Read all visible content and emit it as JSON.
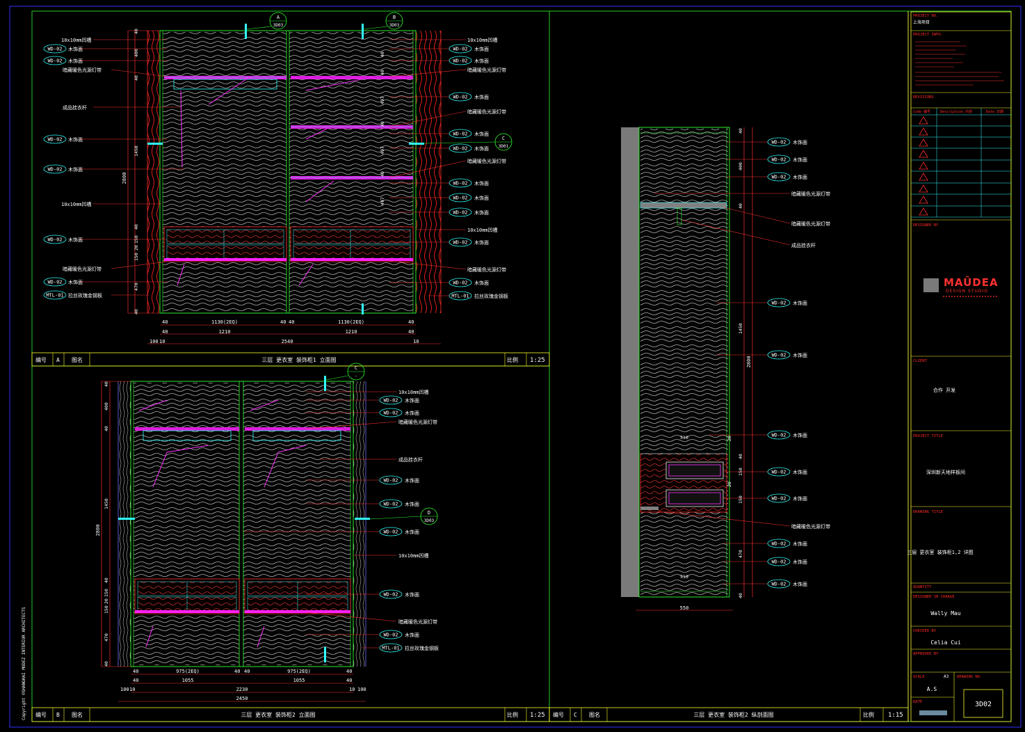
{
  "sheet": {
    "drawing_no": "3D02",
    "copyright": "Copyright ©SHANGHAI MODEZ INTERIOR ARCHITECTS"
  },
  "title_block": {
    "project_no_label": "PROJECT NO.",
    "project_no_value": "上海项目",
    "project_info_label": "PROJECT INFO.",
    "revisions_label": "REVISIONS",
    "rev_headers": [
      "Code 编号",
      "Description 内容",
      "Date 日期"
    ],
    "designed_by_label": "DESIGNED BY",
    "logo_main": "MAÛDEA",
    "logo_sub": "DESIGN STUDIO",
    "client_label": "CLIENT",
    "client_value": "合作 开发",
    "project_title_label": "PROJECT TITLE",
    "project_title_value": "深圳新天地样板间",
    "drawing_title_label": "DRAWING TITLE",
    "drawing_title_value": "三层 更衣室 装饰柜1,2 详图",
    "quantity_label": "QUANTITY",
    "designer_label": "DESIGNER IN CHARGE",
    "designer_value": "Wally Mau",
    "checked_label": "CHECKED BY",
    "checked_value": "Celia Cui",
    "approved_label": "APPROVED BY",
    "scale_label": "SCALE",
    "scale_value": "A3",
    "scale_note": "A.S",
    "drawing_no_label": "DRAWING NO.",
    "date_label": "DATE"
  },
  "panels": {
    "A": {
      "no_label": "编号",
      "code": "A",
      "name_label": "图名",
      "title": "三层 更衣室 装饰柜1 立面图",
      "scale_label": "比例",
      "scale": "1:25"
    },
    "B": {
      "no_label": "编号",
      "code": "B",
      "name_label": "图名",
      "title": "三层 更衣室 装饰柜2 立面图",
      "scale_label": "比例",
      "scale": "1:25"
    },
    "C": {
      "no_label": "编号",
      "code": "C",
      "name_label": "图名",
      "title": "三层 更衣室 装饰柜2 纵剖面图",
      "scale_label": "比例",
      "scale": "1:15"
    }
  },
  "tags": {
    "wood": "WD-02",
    "metal": "MTL-01",
    "wood_desc": "木饰面",
    "metal_desc": "拉丝玫瑰金钢板",
    "groove": "10x10mm凹槽",
    "led": "暗藏暖色光源灯带",
    "rod": "成品挂衣杆"
  },
  "callouts": {
    "a_top_left": "A",
    "a_top_left_ref": "3D03",
    "a_top_right": "B",
    "a_top_right_ref": "3D03",
    "a_side": "C",
    "a_side_ref": "3D01",
    "b_top": "C",
    "b_top_ref": "-",
    "b_side": "D",
    "b_side_ref": "3D03"
  },
  "dims": {
    "a_vertical": [
      "40",
      "400",
      "40",
      "1450",
      "40",
      "150",
      "20",
      "150",
      "470",
      "40"
    ],
    "a_total": "2800",
    "a_widths_1": [
      "40",
      "1130(2EQ)",
      "40",
      "40",
      "1130(2EQ)",
      "40"
    ],
    "a_widths_2": [
      "40",
      "1210",
      "1210",
      "40"
    ],
    "a_widths_3": [
      "100",
      "10",
      "2540",
      "10"
    ],
    "a_right": [
      "40",
      "497",
      "40",
      "497",
      "40",
      "497",
      "40"
    ],
    "b_vertical": [
      "40",
      "400",
      "40",
      "1450",
      "40",
      "150",
      "20",
      "150",
      "470",
      "40"
    ],
    "b_total": "2800",
    "b_widths_1": [
      "40",
      "975(2EQ)",
      "40",
      "40",
      "975(2EQ)",
      "40"
    ],
    "b_widths_2": [
      "40",
      "1055",
      "1055",
      "40"
    ],
    "b_widths_3": [
      "100",
      "10",
      "2230",
      "10",
      "100"
    ],
    "b_width_total": "2450",
    "c_vertical": [
      "40",
      "400",
      "40",
      "1450",
      "20",
      "40",
      "150",
      "20",
      "150",
      "470",
      "40"
    ],
    "c_total": "2800",
    "c_width": "550",
    "c_inner": "510"
  }
}
